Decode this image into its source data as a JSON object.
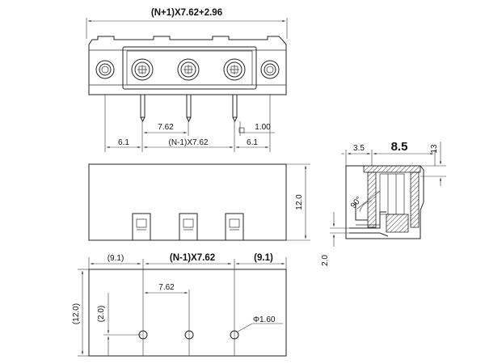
{
  "diagram": {
    "front_view": {
      "overall_width": "(N+1)X7.62+2.96",
      "pitch": "7.62",
      "pitch_total": "(N-1)X7.62",
      "edge_left": "6.1",
      "edge_right": "6.1",
      "pin_width": "1.00"
    },
    "top_view": {
      "height": "12.0"
    },
    "side_view": {
      "dim_a": "3.5",
      "dim_b": "8.5",
      "dim_c": "13",
      "dim_d": "2.0",
      "angle": "90°"
    },
    "pcb_view": {
      "left_edge": "(9.1)",
      "pitch_total": "(N-1)X7.62",
      "right_edge": "(9.1)",
      "pitch": "7.62",
      "height": "(12.0)",
      "hole_offset": "(2.0)",
      "hole_diameter": "Φ1.60"
    }
  }
}
